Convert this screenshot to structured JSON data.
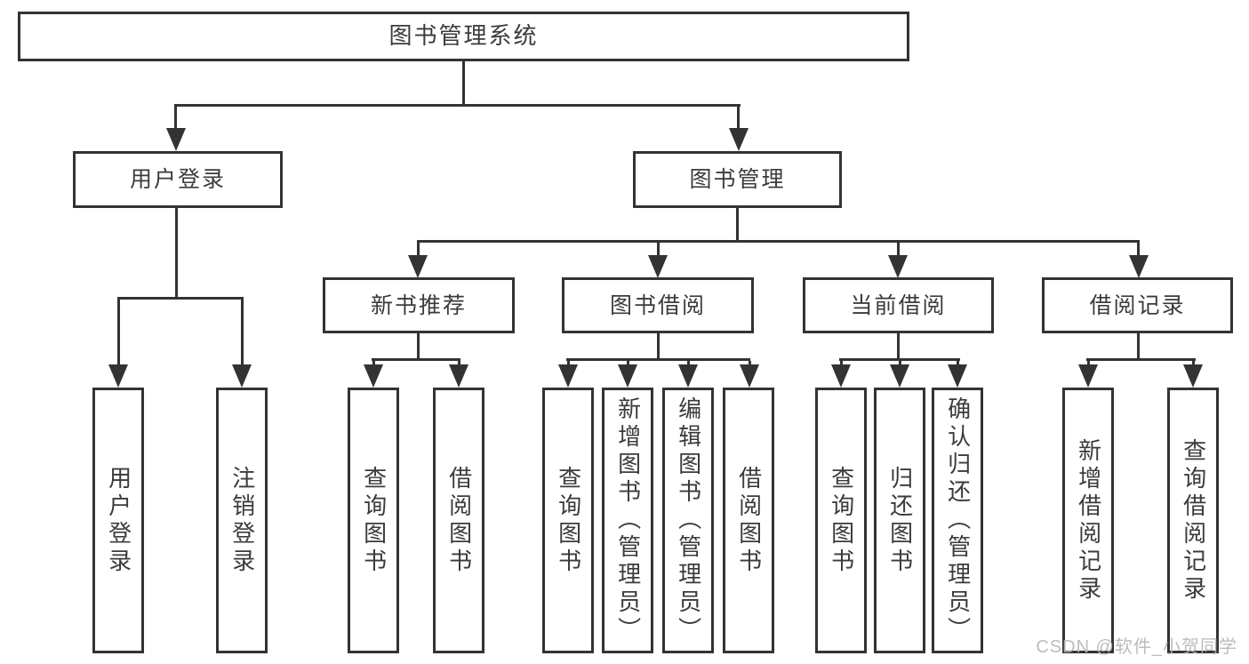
{
  "diagram": {
    "root": {
      "label": "图书管理系统"
    },
    "branches": [
      {
        "label": "用户登录",
        "children": [
          {
            "label": "用户登录"
          },
          {
            "label": "注销登录"
          }
        ]
      },
      {
        "label": "图书管理",
        "sections": [
          {
            "label": "新书推荐",
            "children": [
              {
                "label": "查询图书"
              },
              {
                "label": "借阅图书"
              }
            ]
          },
          {
            "label": "图书借阅",
            "children": [
              {
                "label": "查询图书"
              },
              {
                "label": "新增图书（管理员）"
              },
              {
                "label": "编辑图书（管理员）"
              },
              {
                "label": "借阅图书"
              }
            ]
          },
          {
            "label": "当前借阅",
            "children": [
              {
                "label": "查询图书"
              },
              {
                "label": "归还图书"
              },
              {
                "label": "确认归还（管理员）"
              }
            ]
          },
          {
            "label": "借阅记录",
            "children": [
              {
                "label": "新增借阅记录"
              },
              {
                "label": "查询借阅记录"
              }
            ]
          }
        ]
      }
    ]
  },
  "watermark": {
    "text": "CSDN @软件_小贺同学"
  },
  "colors": {
    "line": "#333333",
    "text": "#3b3b3b",
    "background": "#ffffff",
    "watermark": "#b5b5b5"
  }
}
